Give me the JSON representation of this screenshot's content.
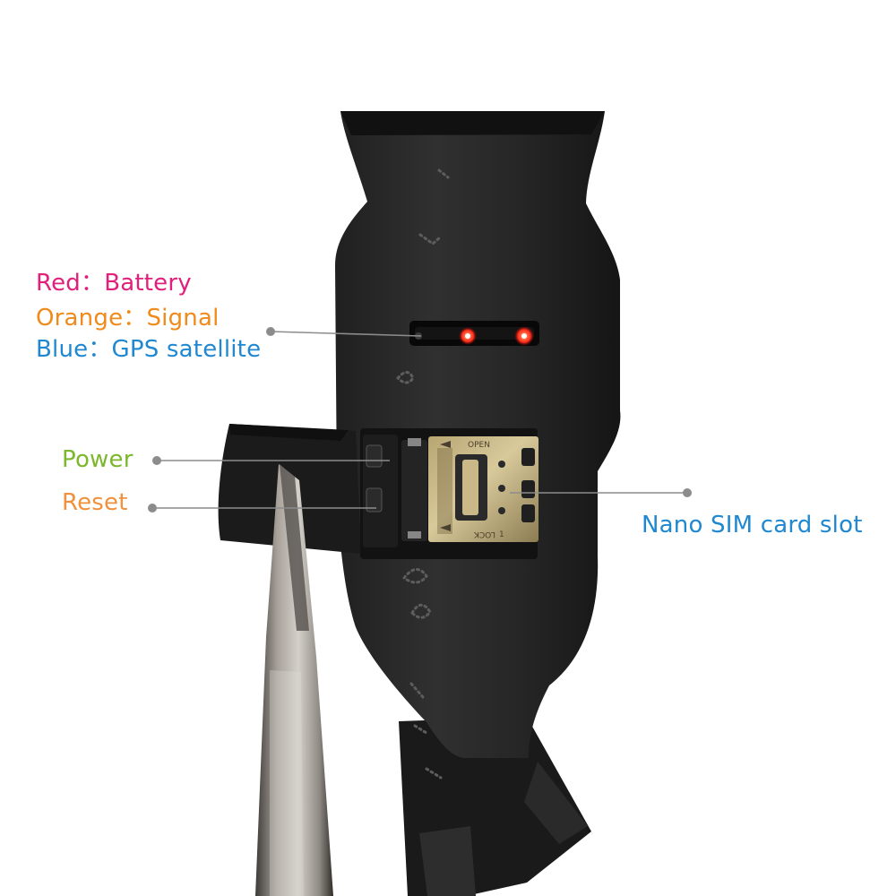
{
  "labels": {
    "battery": "Red：Battery",
    "signal": "Orange：Signal",
    "gps": "Blue：GPS satellite",
    "power": "Power",
    "reset": "Reset",
    "sim": "Nano SIM card slot"
  },
  "photo_text": {
    "open": "OPEN",
    "lock": "LOCK",
    "number": "1"
  },
  "colors": {
    "battery": "#e0207a",
    "signal": "#ef8a1b",
    "gps": "#1f88d0",
    "power": "#7bb82b",
    "reset": "#f0913d",
    "sim": "#1f88d0",
    "callout": "#8c8c8c",
    "led": "#ff2a1a"
  }
}
